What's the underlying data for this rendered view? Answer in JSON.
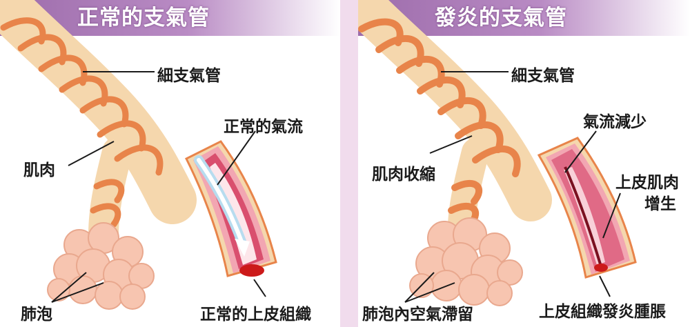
{
  "panels": {
    "normal": {
      "title": "正常的支氣管",
      "labels": {
        "bronchiole": "細支氣管",
        "airflow": "正常的氣流",
        "muscle": "肌肉",
        "alveoli": "肺泡",
        "epithelium": "正常的上皮組織"
      }
    },
    "inflamed": {
      "title": "發炎的支氣管",
      "labels": {
        "bronchiole": "細支氣管",
        "airflow": "氣流減少",
        "muscle": "肌肉收縮",
        "epithelium_line1": "上皮肌肉",
        "epithelium_line2": "增生",
        "alveoli": "肺泡內空氣滯留",
        "swelling": "上皮組織發炎腫脹"
      }
    }
  },
  "colors": {
    "banner": "#b98bc4",
    "airway": "#f5d7ad",
    "muscle": "#e8844a",
    "alveoli": "#f7c5b0",
    "wall": "#d94f6e",
    "inflamed_wall": "#e06a86",
    "airflow": "#ffffff",
    "mucosa": "#cc1a1a"
  }
}
